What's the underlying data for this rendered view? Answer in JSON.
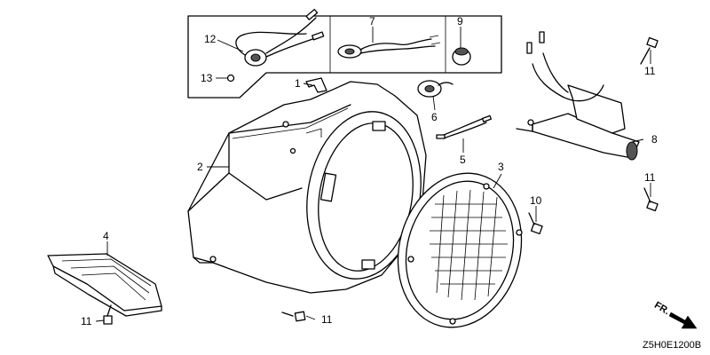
{
  "callouts": {
    "c1": "1",
    "c2": "2",
    "c3": "3",
    "c4": "4",
    "c5": "5",
    "c6": "6",
    "c7": "7",
    "c8": "8",
    "c9": "9",
    "c10": "10",
    "c11a": "11",
    "c11b": "11",
    "c11c": "11",
    "c11d": "11",
    "c12": "12",
    "c13": "13"
  },
  "direction_label": "FR.",
  "diagram_code": "Z5H0E1200B"
}
